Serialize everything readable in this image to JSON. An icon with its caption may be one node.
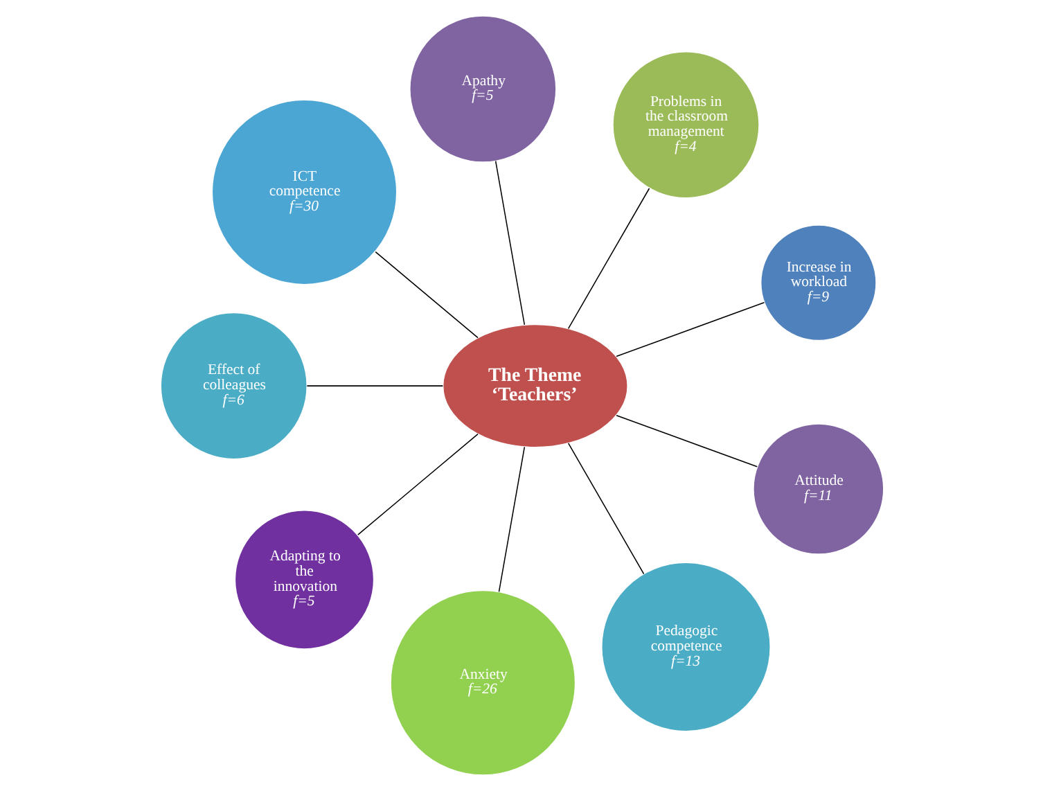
{
  "diagram": {
    "nodes": [
      {
        "text": [
          "The Theme ‘Teachers’"
        ]
      },
      {
        "text": [
          "Increase in workload",
          "f=9"
        ]
      },
      {
        "text": [
          "Problems in the classroom management",
          "f=4"
        ]
      },
      {
        "text": [
          "Apathy",
          "f=5"
        ]
      },
      {
        "text": [
          "ICT competence",
          "f=30"
        ]
      },
      {
        "text": [
          "Effect of colleagues",
          "f=6"
        ]
      },
      {
        "text": [
          "Adapting to the innovation",
          "f=5"
        ]
      },
      {
        "text": [
          "Anxiety",
          "f=26"
        ]
      },
      {
        "text": [
          "Pedagogic competence",
          "f=13"
        ]
      },
      {
        "text": [
          "Attitude",
          "f=11"
        ]
      }
    ],
    "edges": [
      {
        "from": 0,
        "to": 1,
        "arrow": "none"
      },
      {
        "from": 0,
        "to": 2,
        "arrow": "none"
      },
      {
        "from": 0,
        "to": 3,
        "arrow": "none"
      },
      {
        "from": 0,
        "to": 4,
        "arrow": "none"
      },
      {
        "from": 0,
        "to": 5,
        "arrow": "none"
      },
      {
        "from": 0,
        "to": 6,
        "arrow": "none"
      },
      {
        "from": 0,
        "to": 7,
        "arrow": "none"
      },
      {
        "from": 0,
        "to": 8,
        "arrow": "none"
      },
      {
        "from": 0,
        "to": 9,
        "arrow": "none"
      }
    ]
  }
}
